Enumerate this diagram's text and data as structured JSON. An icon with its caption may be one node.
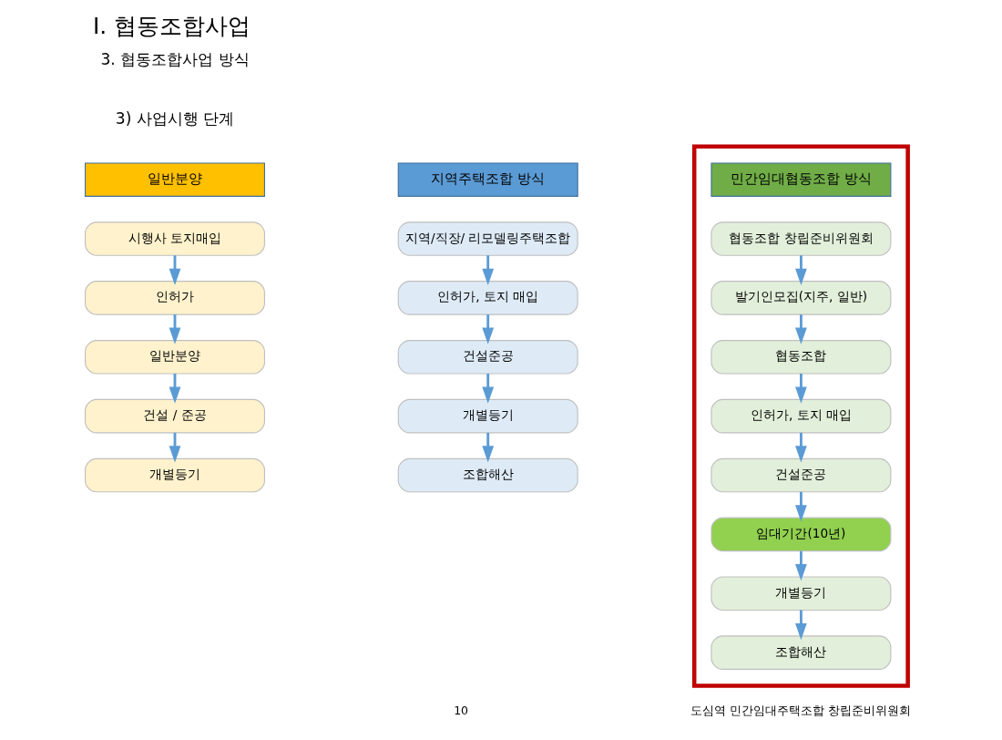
{
  "diagram": {
    "title": "Ⅰ. 협동조합사업",
    "nodes": [
      {
        "text": [
          "일반분양"
        ]
      },
      {
        "text": [
          "시행사 토지매입"
        ]
      },
      {
        "text": [
          "인허가"
        ]
      },
      {
        "text": [
          "일반분양"
        ]
      },
      {
        "text": [
          "건설 / 준공"
        ]
      },
      {
        "text": [
          "개별등기"
        ]
      },
      {
        "text": [
          "지역주택조합 방식"
        ]
      },
      {
        "text": [
          "지역/직장/ 리모델링주택조합"
        ]
      },
      {
        "text": [
          "인허가, 토지 매입"
        ]
      },
      {
        "text": [
          "건설준공"
        ]
      },
      {
        "text": [
          "개별등기"
        ]
      },
      {
        "text": [
          "조합해산"
        ]
      },
      {
        "text": [],
        "shape": "box"
      },
      {
        "text": [
          "민간임대협동조합 방식"
        ],
        "in": 12
      },
      {
        "text": [
          "협동조합 창립준비위원회"
        ],
        "in": 12
      },
      {
        "text": [
          "발기인모집(지주, 일반)"
        ],
        "in": 12
      },
      {
        "text": [
          "협동조합"
        ],
        "in": 12
      },
      {
        "text": [
          "인허가, 토지 매입"
        ],
        "in": 12
      },
      {
        "text": [
          "건설준공"
        ],
        "in": 12
      },
      {
        "text": [
          "임대기간(10년)"
        ],
        "in": 12
      },
      {
        "text": [
          "개별등기"
        ],
        "in": 12
      },
      {
        "text": [
          "조합해산"
        ],
        "in": 12
      }
    ],
    "edges": [
      {
        "from": 1,
        "to": 2,
        "arrow": "to"
      },
      {
        "from": 2,
        "to": 3,
        "arrow": "to"
      },
      {
        "from": 3,
        "to": 4,
        "arrow": "to"
      },
      {
        "from": 4,
        "to": 5,
        "arrow": "to"
      },
      {
        "from": 7,
        "to": 8,
        "arrow": "to"
      },
      {
        "from": 8,
        "to": 9,
        "arrow": "to"
      },
      {
        "from": 9,
        "to": 10,
        "arrow": "to"
      },
      {
        "from": 10,
        "to": 11,
        "arrow": "to"
      },
      {
        "from": 14,
        "to": 15,
        "arrow": "to"
      },
      {
        "from": 15,
        "to": 16,
        "arrow": "to"
      },
      {
        "from": 16,
        "to": 17,
        "arrow": "to"
      },
      {
        "from": 17,
        "to": 18,
        "arrow": "to"
      },
      {
        "from": 18,
        "to": 19,
        "arrow": "to"
      },
      {
        "from": 19,
        "to": 20,
        "arrow": "to"
      },
      {
        "from": 20,
        "to": 21,
        "arrow": "to"
      }
    ],
    "labels": [
      "3. 협동조합사업 방식",
      "3) 사업시행 단계",
      "10",
      "도심역 민간임대주택조합 창립준비위원회"
    ]
  }
}
